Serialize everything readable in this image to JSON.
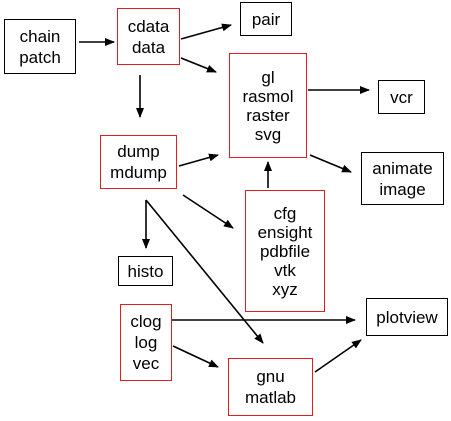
{
  "colors": {
    "black_border": "#000000",
    "red_border": "#e02020",
    "arrow": "#000000",
    "background": "#ffffff"
  },
  "nodes": {
    "chain_patch": {
      "lines": [
        "chain",
        "patch"
      ]
    },
    "cdata_data": {
      "lines": [
        "cdata",
        "data"
      ]
    },
    "pair": {
      "lines": [
        "pair"
      ]
    },
    "gl_group": {
      "lines": [
        "gl",
        "rasmol",
        "raster",
        "svg"
      ]
    },
    "vcr": {
      "lines": [
        "vcr"
      ]
    },
    "dump_mdump": {
      "lines": [
        "dump",
        "mdump"
      ]
    },
    "animate_image": {
      "lines": [
        "animate",
        "image"
      ]
    },
    "cfg_group": {
      "lines": [
        "cfg",
        "ensight",
        "pdbfile",
        "vtk",
        "xyz"
      ]
    },
    "histo": {
      "lines": [
        "histo"
      ]
    },
    "clog_group": {
      "lines": [
        "clog",
        "log",
        "vec"
      ]
    },
    "plotview": {
      "lines": [
        "plotview"
      ]
    },
    "gnu_matlab": {
      "lines": [
        "gnu",
        "matlab"
      ]
    }
  }
}
